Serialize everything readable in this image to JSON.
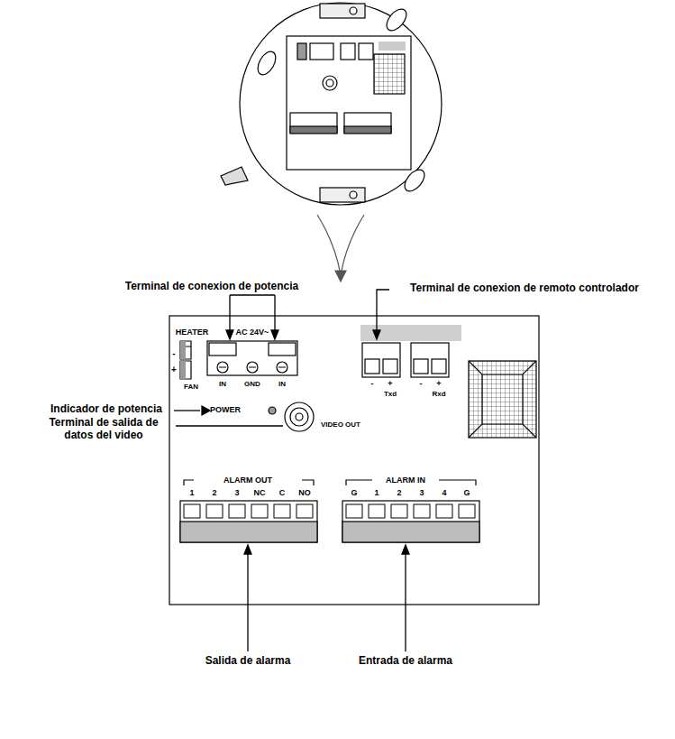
{
  "diagram": {
    "labels": [
      "Terminal de conexion de potencia",
      "Terminal de conexion de remoto controlador",
      "Indicador de potencia",
      "Terminal de salida de datos del video",
      "Salida de alarma",
      "Entrada de alarma",
      "HEATER",
      "AC 24V~",
      "IN",
      "GND",
      "IN",
      "FAN",
      "-",
      "+",
      "POWER",
      "VIDEO OUT",
      "-",
      "+",
      "Txd",
      "-",
      "+",
      "Rxd",
      "ALARM OUT",
      "1",
      "2",
      "3",
      "NC",
      "C",
      "NO",
      "ALARM IN",
      "G",
      "1",
      "2",
      "3",
      "4",
      "G"
    ]
  }
}
